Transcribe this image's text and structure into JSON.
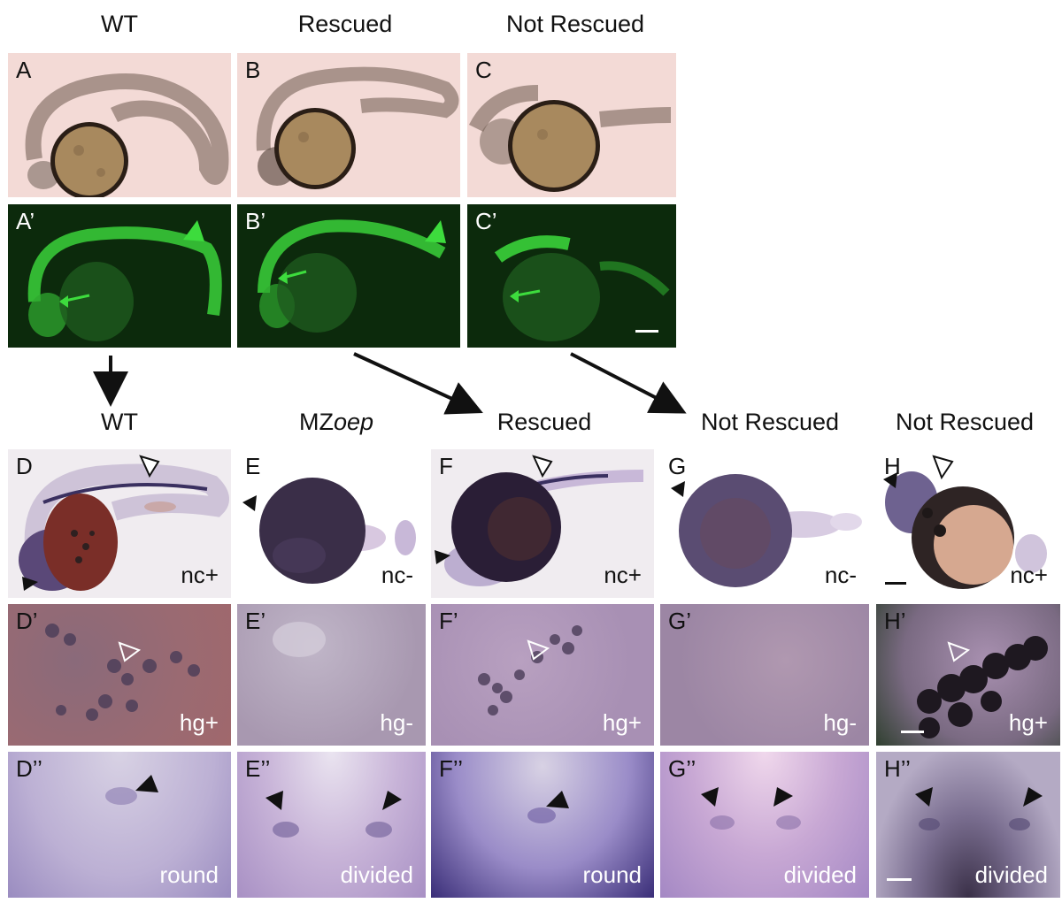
{
  "top_headers": [
    "WT",
    "Rescued",
    "Not Rescued"
  ],
  "bottom_headers": {
    "d": "WT",
    "e_prefix": "MZ",
    "e_italic": "oep",
    "f": "Rescued",
    "g": "Not Rescued",
    "h": "Not Rescued"
  },
  "panel_labels": {
    "A": "A",
    "B": "B",
    "C": "C",
    "A1": "A’",
    "B1": "B’",
    "C1": "C’",
    "D": "D",
    "E": "E",
    "F": "F",
    "G": "G",
    "H": "H",
    "D1": "D’",
    "E1": "E’",
    "F1": "F’",
    "G1": "G’",
    "H1": "H’",
    "D2": "D’’",
    "E2": "E’’",
    "F2": "F’’",
    "G2": "G’’",
    "H2": "H’’"
  },
  "tags": {
    "D": "nc+",
    "E": "nc-",
    "F": "nc+",
    "G": "nc-",
    "H": "nc+",
    "D1": "hg+",
    "E1": "hg-",
    "F1": "hg+",
    "G1": "hg-",
    "H1": "hg+",
    "D2": "round",
    "E2": "divided",
    "F2": "round",
    "G2": "divided",
    "H2": "divided"
  },
  "colors": {
    "brightfield_bg": "#f4dcd8",
    "fluorescence_bg": "#0c2a0c",
    "gfp_green": "#3ddc3d",
    "stain_purple": "#4a3a6a",
    "insitu_bg": "#ece6ee"
  }
}
